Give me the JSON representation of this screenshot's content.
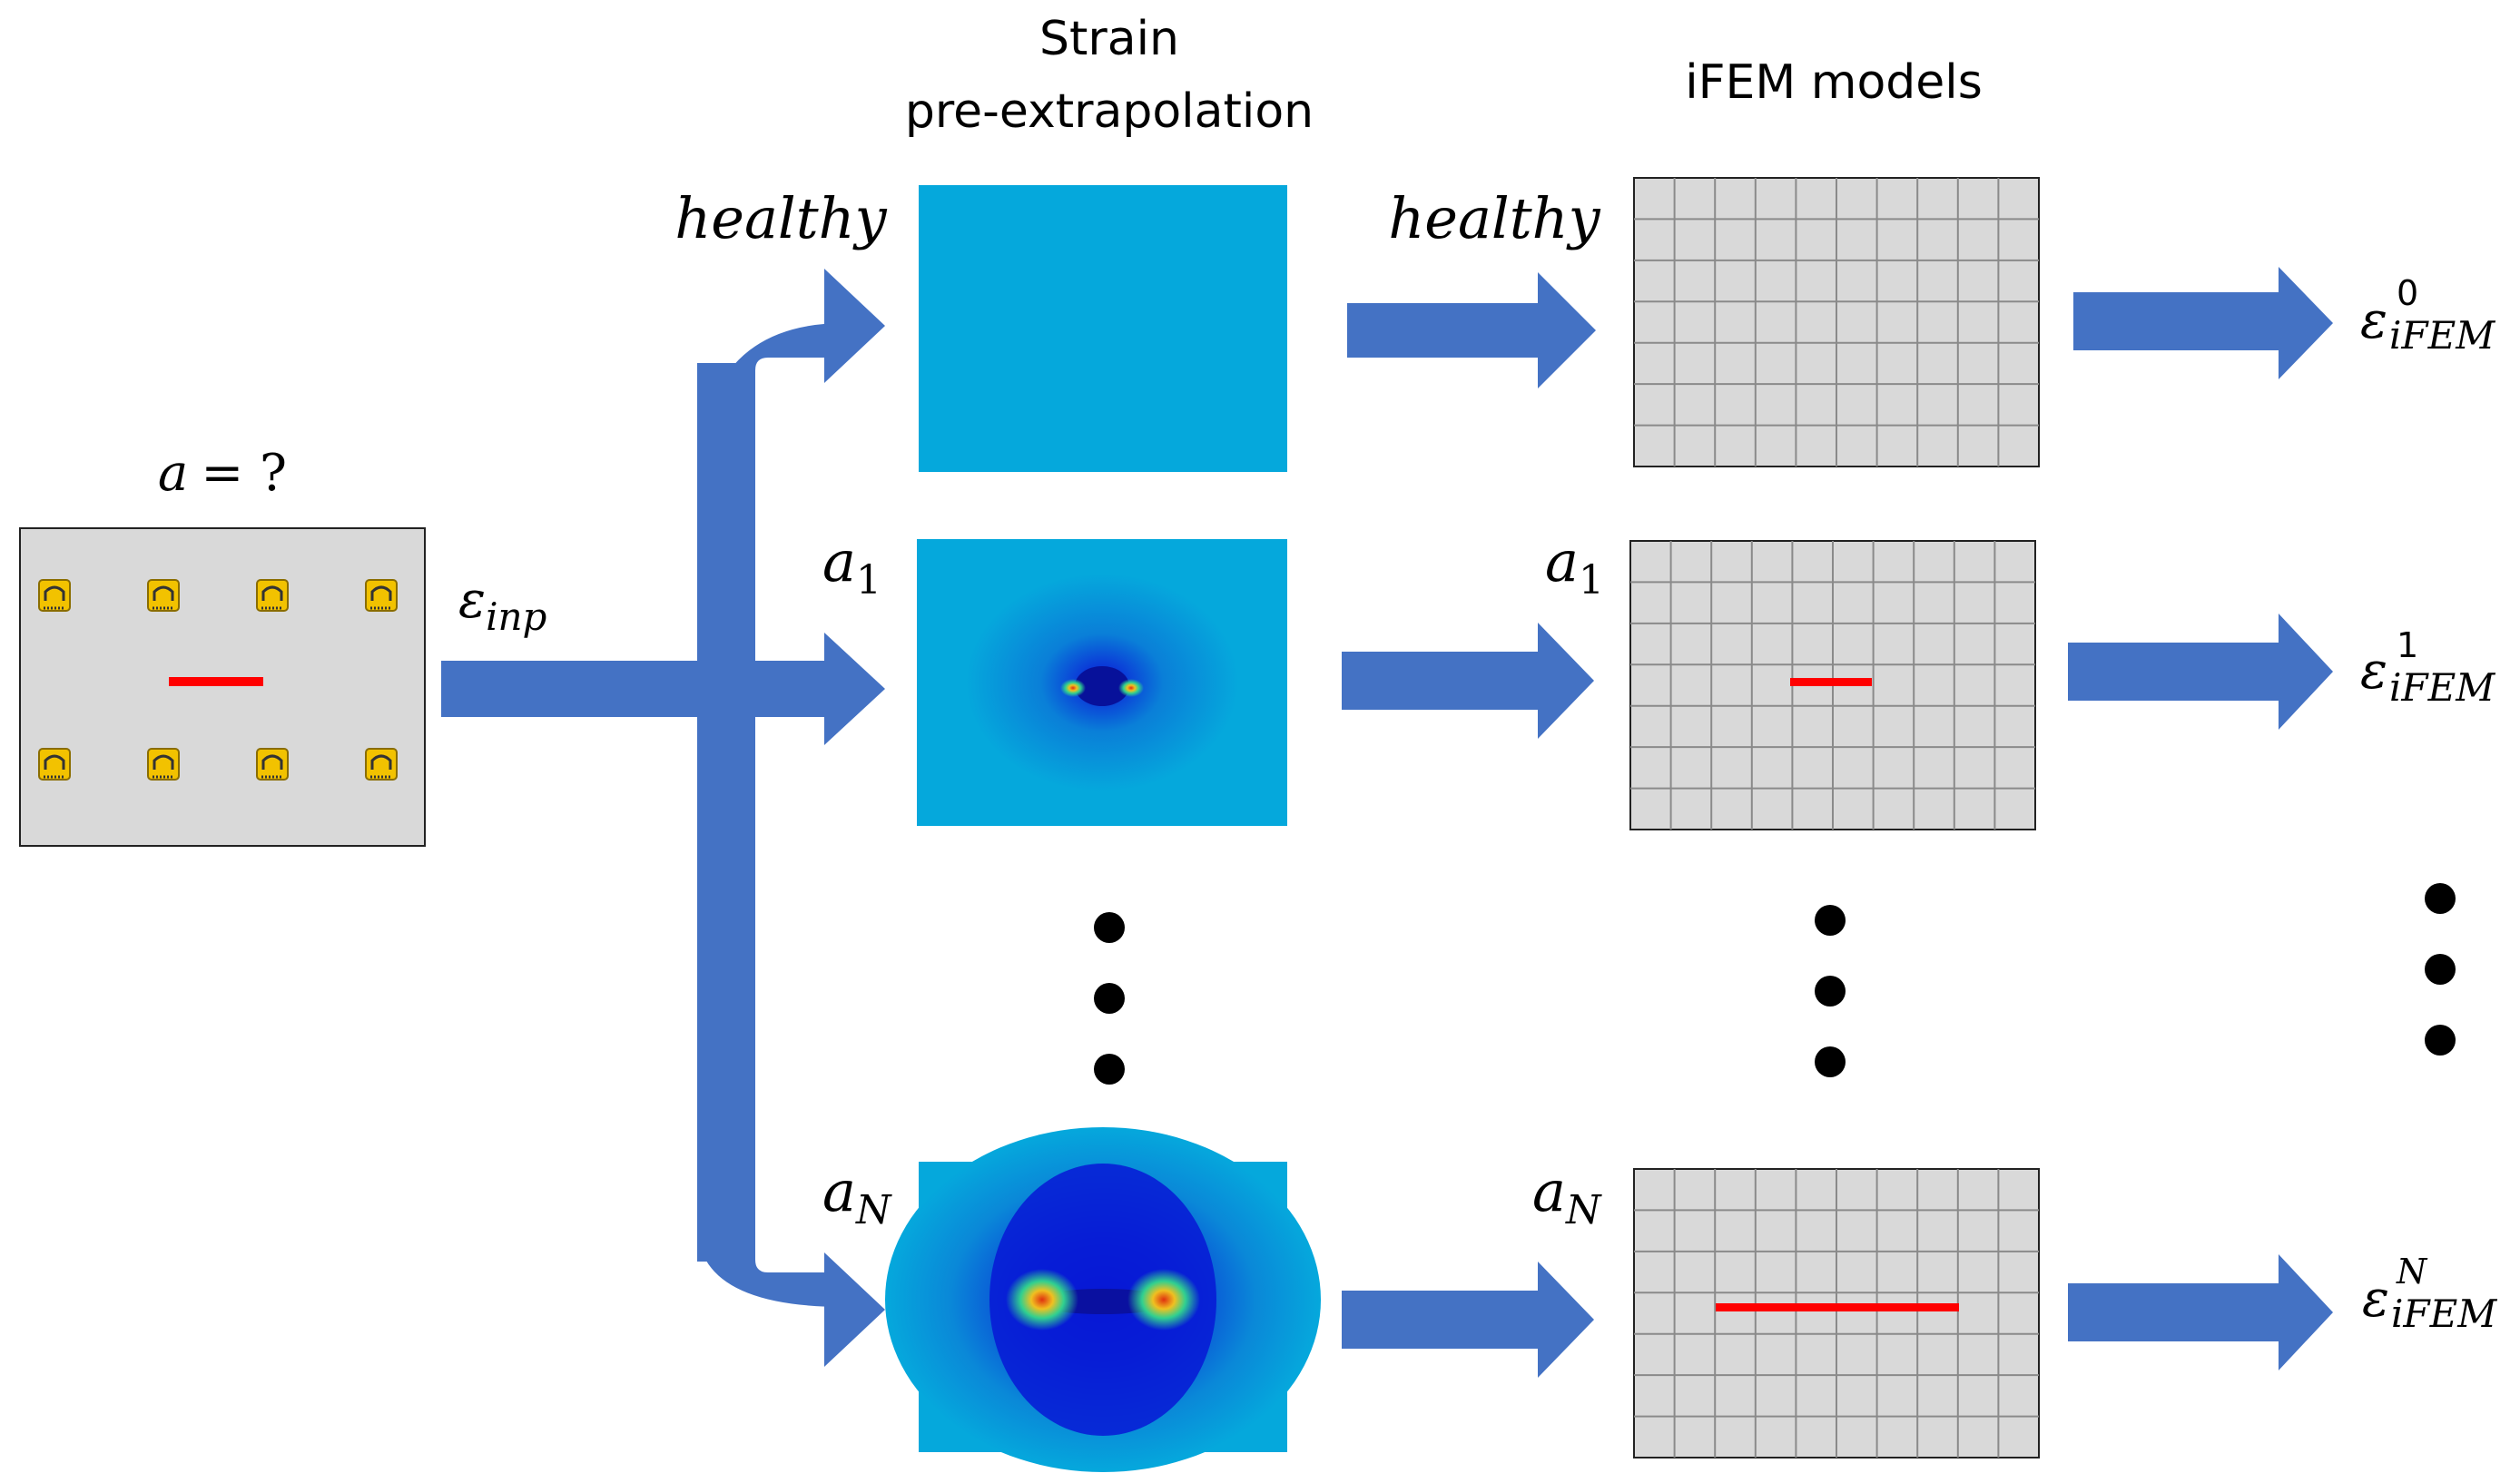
{
  "colors": {
    "arrow": "#4472C4",
    "crack": "#ff0000",
    "plate": "#d9d9d9",
    "grid_line": "#8a8a8a",
    "field_base": "#05a8dc",
    "field_deep": "#0718d6",
    "dots": "#000000"
  },
  "header": {
    "strain_line1": "Strain",
    "strain_line2": "pre-extrapolation",
    "ifem": "iFEM models"
  },
  "input": {
    "question_lhs": "a",
    "question_rhs": "= ?",
    "strain_sym": "ε",
    "strain_sub": "inp",
    "sensor_icon": "strain-gauge-icon"
  },
  "rows": [
    {
      "id": "healthy",
      "label_strain": "healthy",
      "label_ifem": "healthy",
      "out_sym": "ε",
      "out_sup": "0",
      "out_sub": "iFEM",
      "crack": false
    },
    {
      "id": "a1",
      "label_base": "a",
      "label_sub": "1",
      "out_sym": "ε",
      "out_sup": "1",
      "out_sub": "iFEM",
      "crack": true
    },
    {
      "id": "aN",
      "label_base": "a",
      "label_sub": "N",
      "out_sym": "ε",
      "out_sup": "N",
      "out_sub": "iFEM",
      "crack": true
    }
  ]
}
